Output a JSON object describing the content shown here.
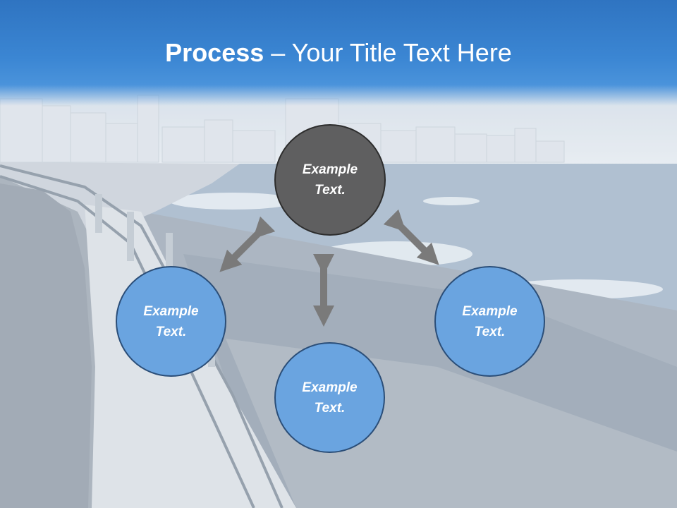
{
  "title": {
    "bold": "Process",
    "rest": " – Your Title Text Here"
  },
  "nodes": {
    "top": "Example\nText.",
    "left": "Example\nText.",
    "right": "Example\nText.",
    "bottom": "Example\nText."
  },
  "colors": {
    "title_band": "#3b86d3",
    "center_node": "#5f5f60",
    "outer_node": "#6aa4e0",
    "arrow": "#7a7a7a"
  }
}
